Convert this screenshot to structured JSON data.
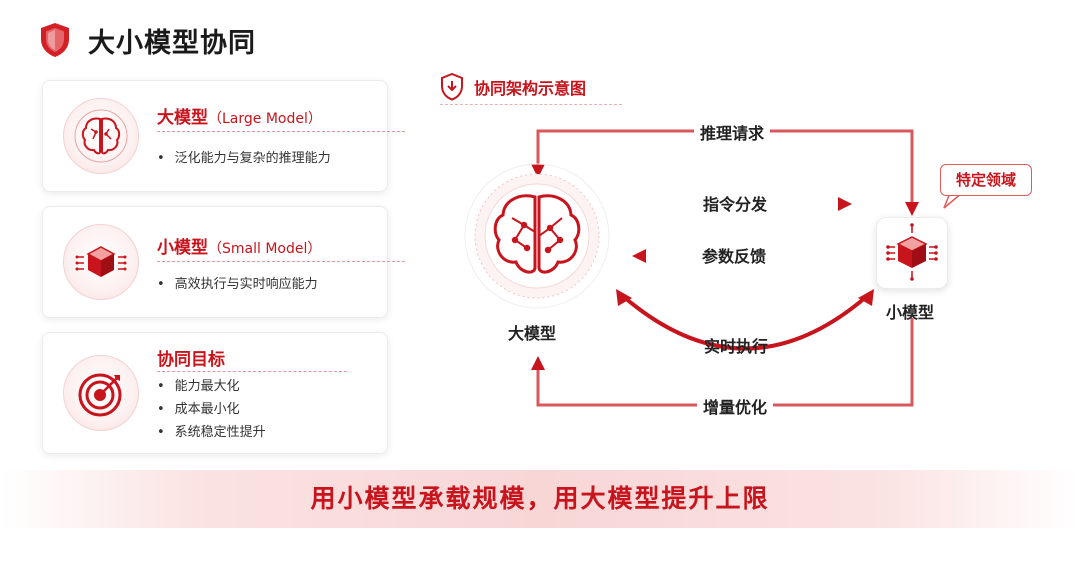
{
  "header": {
    "title": "大小模型协同"
  },
  "cards": [
    {
      "title": "大模型",
      "subtitle": "（Large Model）",
      "bullets": [
        "泛化能力与复杂的推理能力"
      ]
    },
    {
      "title": "小模型",
      "subtitle": "（Small Model）",
      "bullets": [
        "高效执行与实时响应能力"
      ]
    },
    {
      "title": "协同目标",
      "subtitle": "",
      "bullets": [
        "能力最大化",
        "成本最小化",
        "系统稳定性提升"
      ]
    }
  ],
  "diagram": {
    "title": "协同架构示意图",
    "large_node_label": "大模型",
    "small_node_label": "小模型",
    "callout": "特定领域",
    "flows": {
      "top": "推理请求",
      "dispatch": "指令分发",
      "feedback": "参数反馈",
      "realtime": "实时执行",
      "bottom": "增量优化"
    }
  },
  "banner": {
    "text": "用小模型承载规模，用大模型提升上限"
  },
  "colors": {
    "accent": "#c8141c",
    "light": "#e25a5a",
    "bg_tint": "#fbe3e3"
  }
}
